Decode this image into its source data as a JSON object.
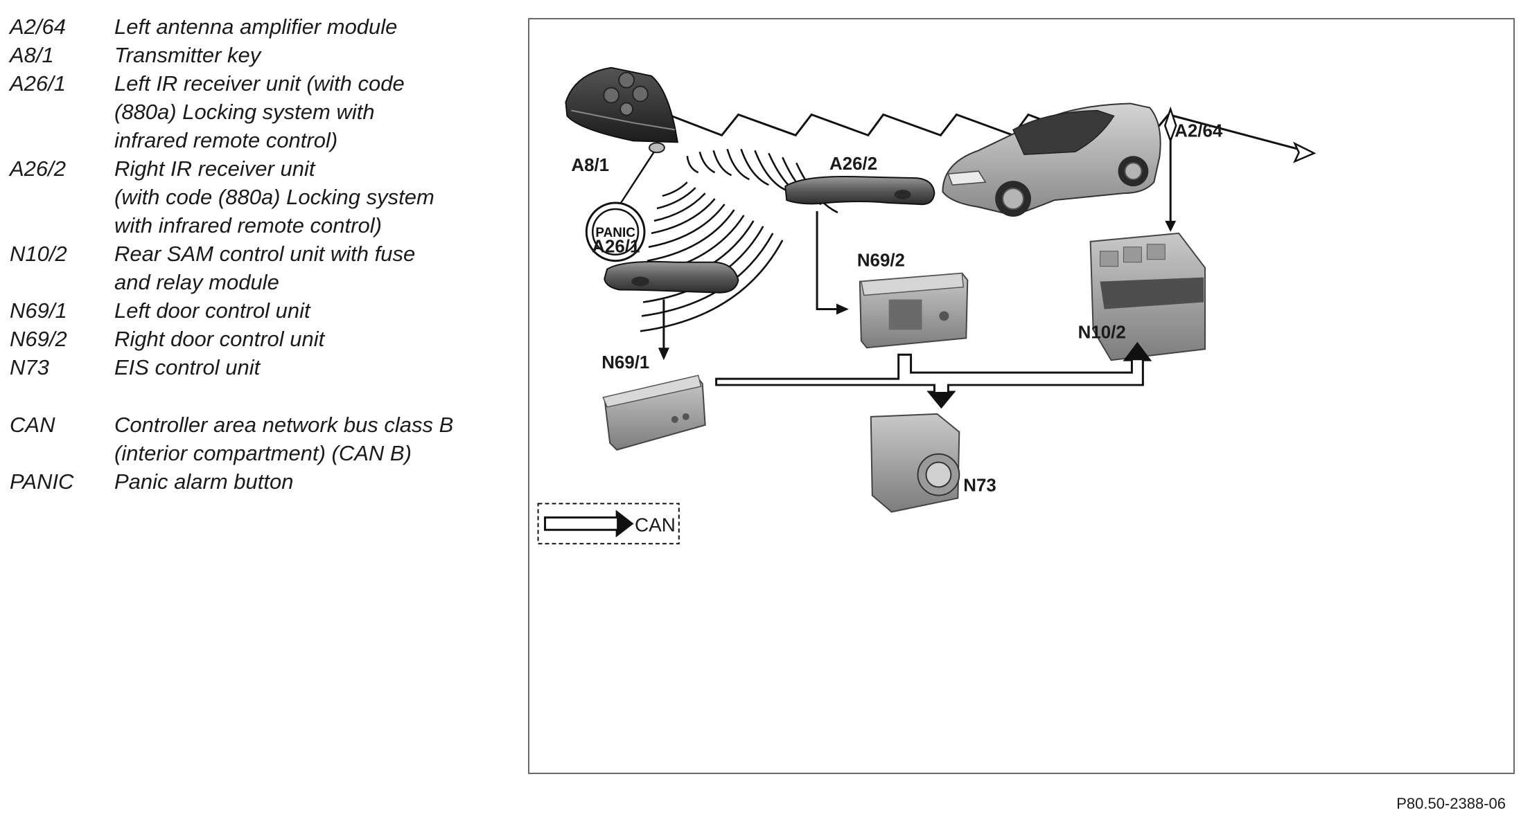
{
  "legend": [
    {
      "code": "A2/64",
      "desc": "Left antenna amplifier module"
    },
    {
      "code": "A8/1",
      "desc": "Transmitter key"
    },
    {
      "code": "A26/1",
      "desc": "Left IR receiver unit (with code\n(880a) Locking system with\ninfrared remote control)"
    },
    {
      "code": "A26/2",
      "desc": "Right IR receiver unit\n(with code (880a) Locking system\nwith infrared remote control)"
    },
    {
      "code": "N10/2",
      "desc": "Rear SAM control unit with fuse\nand relay module"
    },
    {
      "code": "N69/1",
      "desc": "Left door control unit"
    },
    {
      "code": "N69/2",
      "desc": "Right door control unit"
    },
    {
      "code": "N73",
      "desc": "EIS control unit"
    },
    {
      "code": "CAN",
      "desc": "Controller area network bus class B\n (interior compartment) (CAN B)"
    },
    {
      "code": "PANIC",
      "desc": "Panic alarm button"
    }
  ],
  "diagram": {
    "labels": {
      "a8_1": "A8/1",
      "panic": "PANIC",
      "a26_2": "A26/2",
      "a2_64": "A2/64",
      "a26_1": "A26/1",
      "n69_2": "N69/2",
      "n69_1": "N69/1",
      "n10_2": "N10/2",
      "n73": "N73"
    },
    "can_key": "CAN"
  },
  "footnote": "P80.50-2388-06"
}
